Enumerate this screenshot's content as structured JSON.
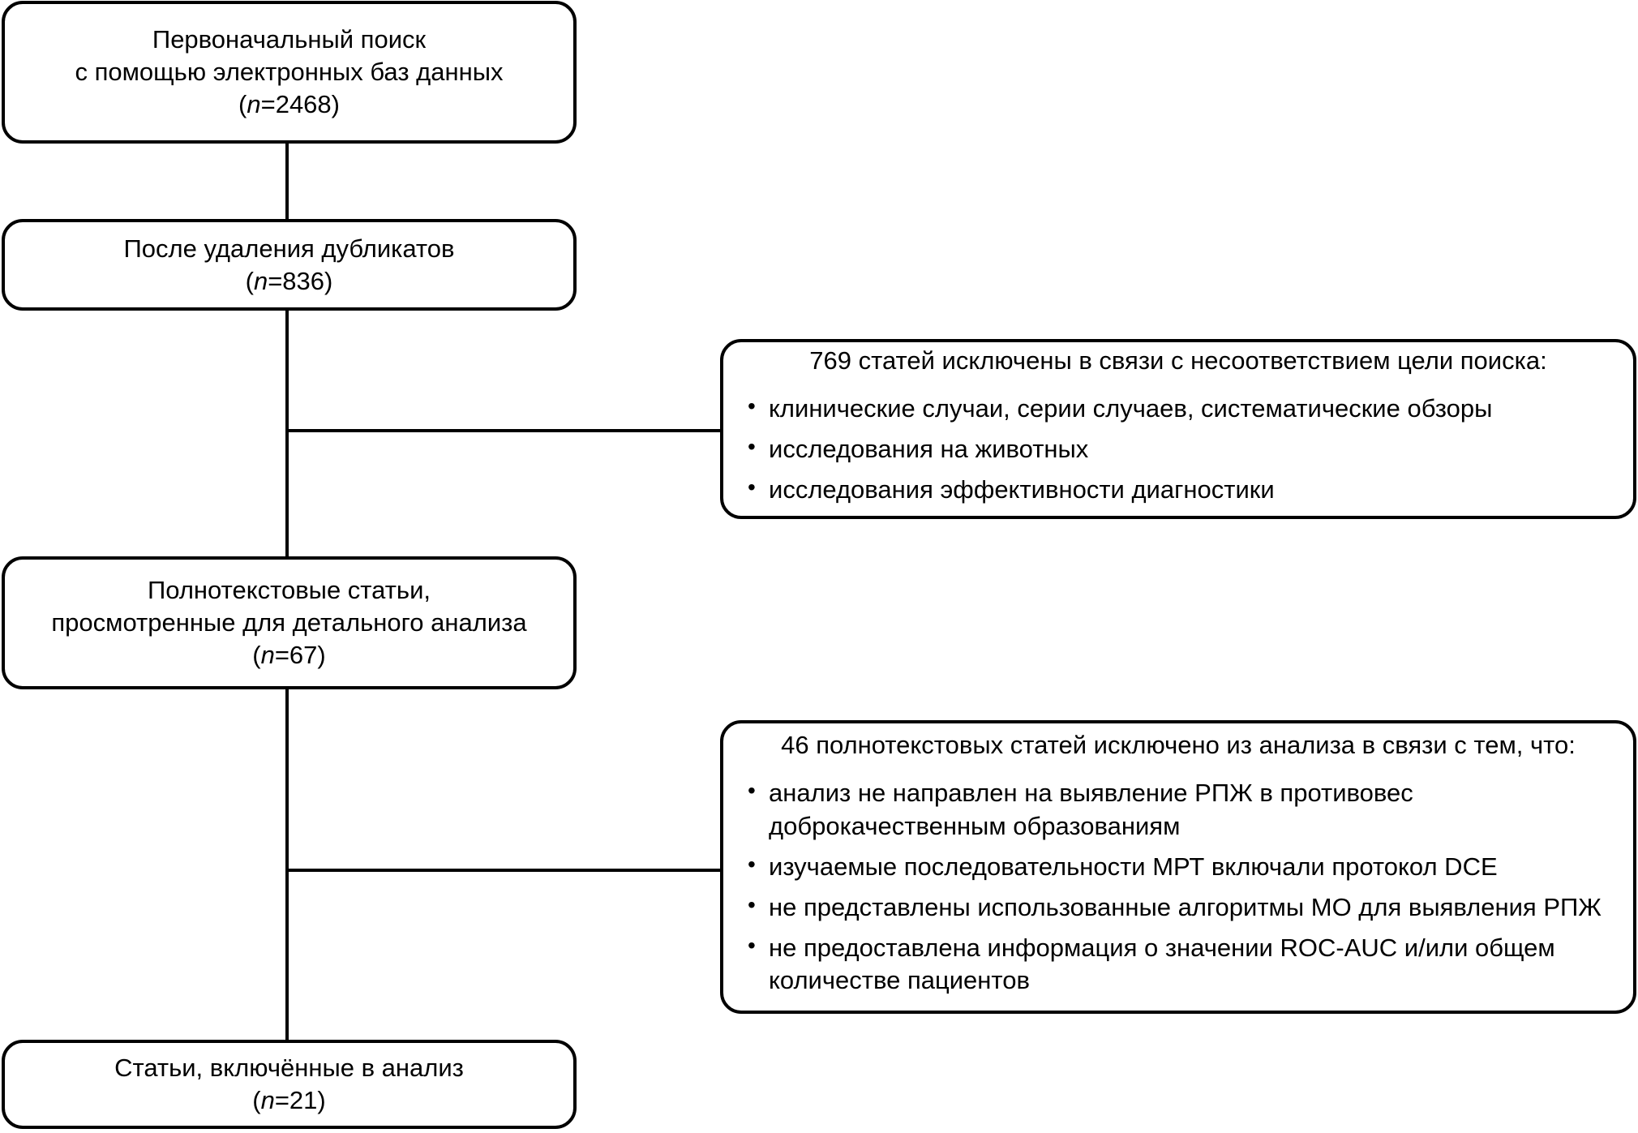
{
  "diagram": {
    "type": "prisma-flow-chart",
    "language": "ru",
    "line_color": "#000000",
    "background_color": "#ffffff",
    "text_color": "#000000"
  },
  "nodes": {
    "initial_search": {
      "line1": "Первоначальный поиск",
      "line2": "с помощью электронных баз данных",
      "count_prefix": "(",
      "count_var": "n",
      "count_value": "=2468)"
    },
    "after_duplicates": {
      "line1": "После удаления дубликатов",
      "count_prefix": "(",
      "count_var": "n",
      "count_value": "=836)"
    },
    "fulltext_reviewed": {
      "line1": "Полнотекстовые статьи,",
      "line2": "просмотренные для детального анализа",
      "count_prefix": "(",
      "count_var": "n",
      "count_value": "=67)"
    },
    "included": {
      "line1": "Статьи, включённые в анализ",
      "count_prefix": "(",
      "count_var": "n",
      "count_value": "=21)"
    }
  },
  "exclusions": {
    "screening": {
      "heading": "769 статей исключены в связи с несоответствием цели поиска:",
      "count": 769,
      "items": [
        "клинические случаи, серии случаев, систематические обзоры",
        "исследования на животных",
        "исследования эффективности диагностики"
      ]
    },
    "eligibility": {
      "heading": "46 полнотекстовых статей исключено из анализа в связи с тем, что:",
      "count": 46,
      "items": [
        "анализ не направлен на выявление РПЖ в противовес доброкачественным образованиям",
        "изучаемые последовательности МРТ включали протокол DCE",
        "не представлены использованные алгоритмы МО для выявления РПЖ",
        "не предоставлена информация о значении ROC-AUC и/или общем количестве пациентов"
      ]
    }
  }
}
